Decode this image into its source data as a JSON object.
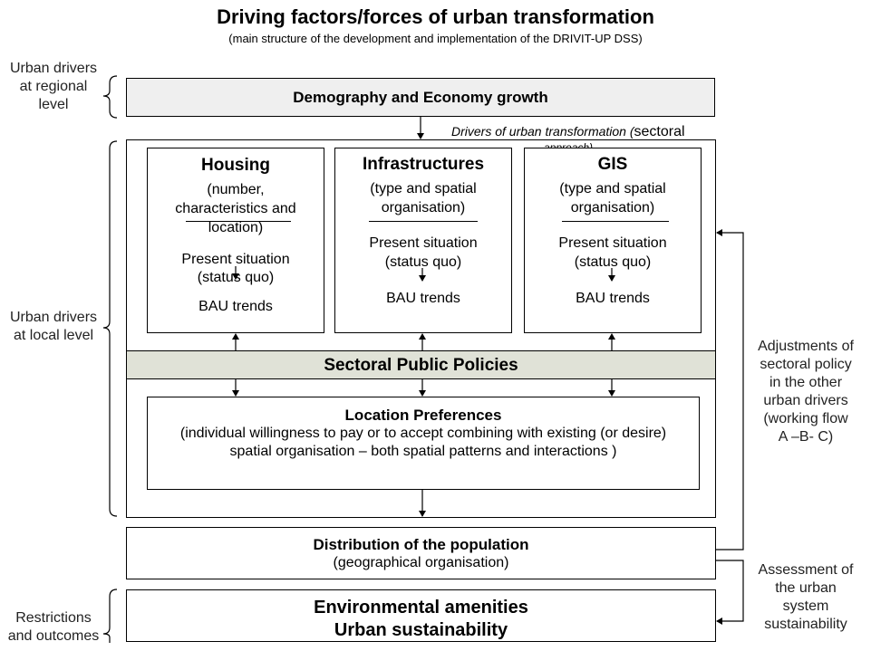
{
  "title": "Driving factors/forces of urban transformation",
  "subtitle": "(main structure of the development and implementation of  the DRIVIT-UP DSS)",
  "side_labels": {
    "regional": [
      "Urban drivers",
      "at regional",
      "level"
    ],
    "local": [
      "Urban drivers",
      "at local level"
    ],
    "restrictions": [
      "Restrictions",
      "and outcomes"
    ]
  },
  "right_labels": {
    "adjustments": [
      "Adjustments of",
      "sectoral policy",
      "in the other",
      "urban drivers",
      "(working flow",
      "A –B- C)"
    ],
    "assessment": [
      "Assessment of",
      "the urban",
      "system",
      "sustainability"
    ]
  },
  "boxes": {
    "demography": "Demography and Economy growth",
    "drivers_note_italic": "Drivers of urban transformation (",
    "drivers_note_normal": "sectoral",
    "drivers_note_line2": "approach)",
    "housing": {
      "title": "Housing",
      "desc": [
        "(number,",
        "characteristics and",
        "location)"
      ],
      "present": [
        "Present situation",
        "(status quo)"
      ],
      "bau": "BAU trends"
    },
    "infrastructures": {
      "title": "Infrastructures",
      "desc": [
        "(type and spatial",
        "organisation)"
      ],
      "present": [
        "Present situation",
        "(status quo)"
      ],
      "bau": "BAU trends"
    },
    "gis": {
      "title": "GIS",
      "desc": [
        "(type and spatial",
        "organisation)"
      ],
      "present": [
        "Present situation",
        "(status quo)"
      ],
      "bau": "BAU trends"
    },
    "policies": "Sectoral Public Policies",
    "location": {
      "title": "Location Preferences",
      "desc": [
        "(individual willingness to pay or to accept combining with existing (or desire)",
        "spatial organisation – both spatial patterns and interactions )"
      ]
    },
    "distribution": {
      "title": "Distribution of the population",
      "desc": "(geographical organisation)"
    },
    "environment": [
      "Environmental amenities",
      "Urban sustainability"
    ]
  },
  "colors": {
    "demography_fill": "#efefef",
    "policies_fill": "#e0e2d7",
    "line": "#000000"
  }
}
